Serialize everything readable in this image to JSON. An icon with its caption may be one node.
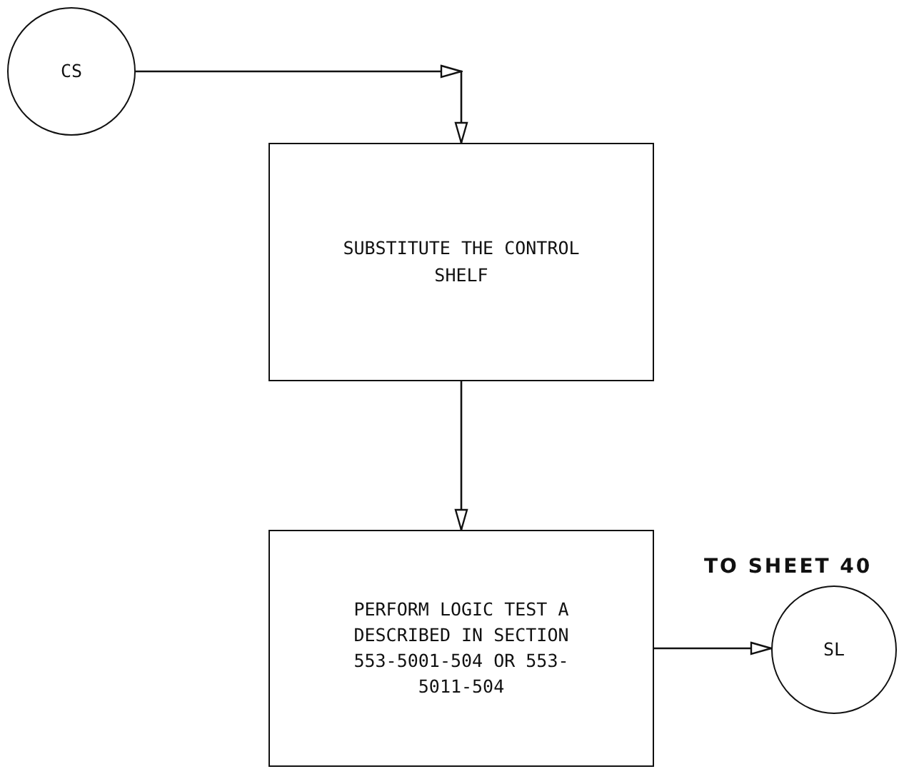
{
  "diagram": {
    "nodes": [
      {
        "text": [
          "CS"
        ]
      },
      {
        "text": [
          "SUBSTITUTE THE CONTROL SHELF"
        ]
      },
      {
        "text": [
          "PERFORM LOGIC TEST A DESCRIBED IN SECTION 553-5001-504 OR 553-5011-504"
        ]
      },
      {
        "text": [
          "SL"
        ],
        "beside": [
          "TO SHEET 40"
        ]
      }
    ],
    "edges": [
      {
        "from": 0,
        "to": 1,
        "arrow": "to"
      },
      {
        "from": 1,
        "to": 2,
        "arrow": "to"
      },
      {
        "from": 2,
        "to": 3,
        "arrow": "to"
      }
    ]
  }
}
